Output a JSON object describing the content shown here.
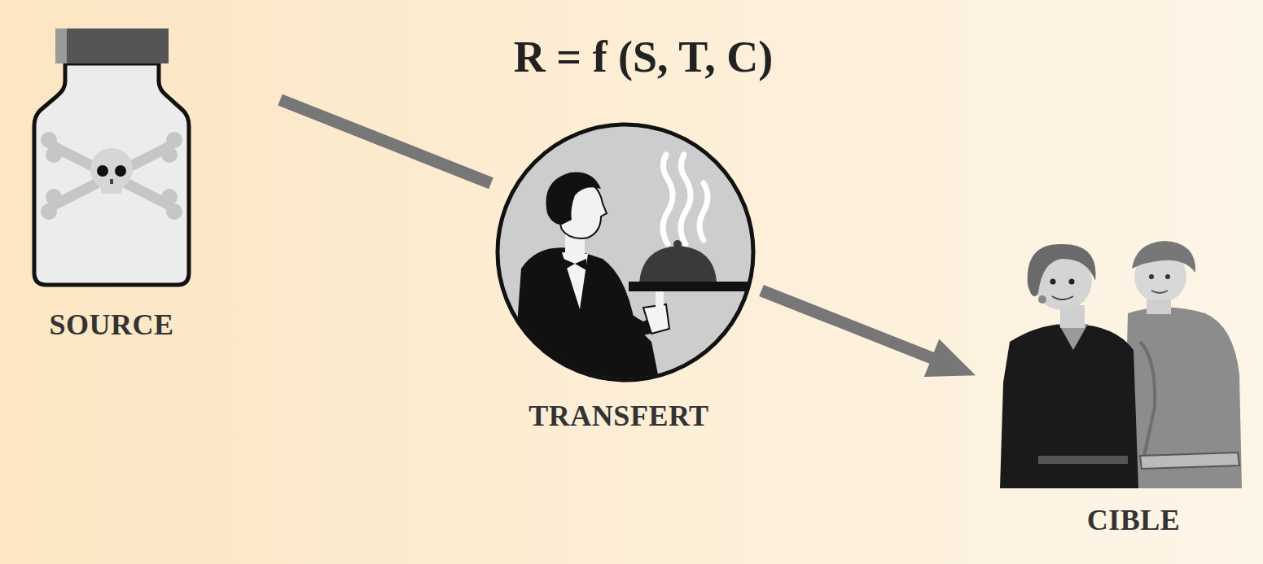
{
  "diagram": {
    "title": "R = f (S, T, C)",
    "nodes": [
      {
        "text": [
          "SOURCE"
        ]
      },
      {
        "text": [
          "TRANSFERT"
        ]
      },
      {
        "text": [
          "CIBLE"
        ]
      }
    ],
    "edges": [
      {
        "from": 0,
        "to": 1,
        "arrow": "none"
      },
      {
        "from": 1,
        "to": 2,
        "arrow": "to"
      }
    ]
  }
}
